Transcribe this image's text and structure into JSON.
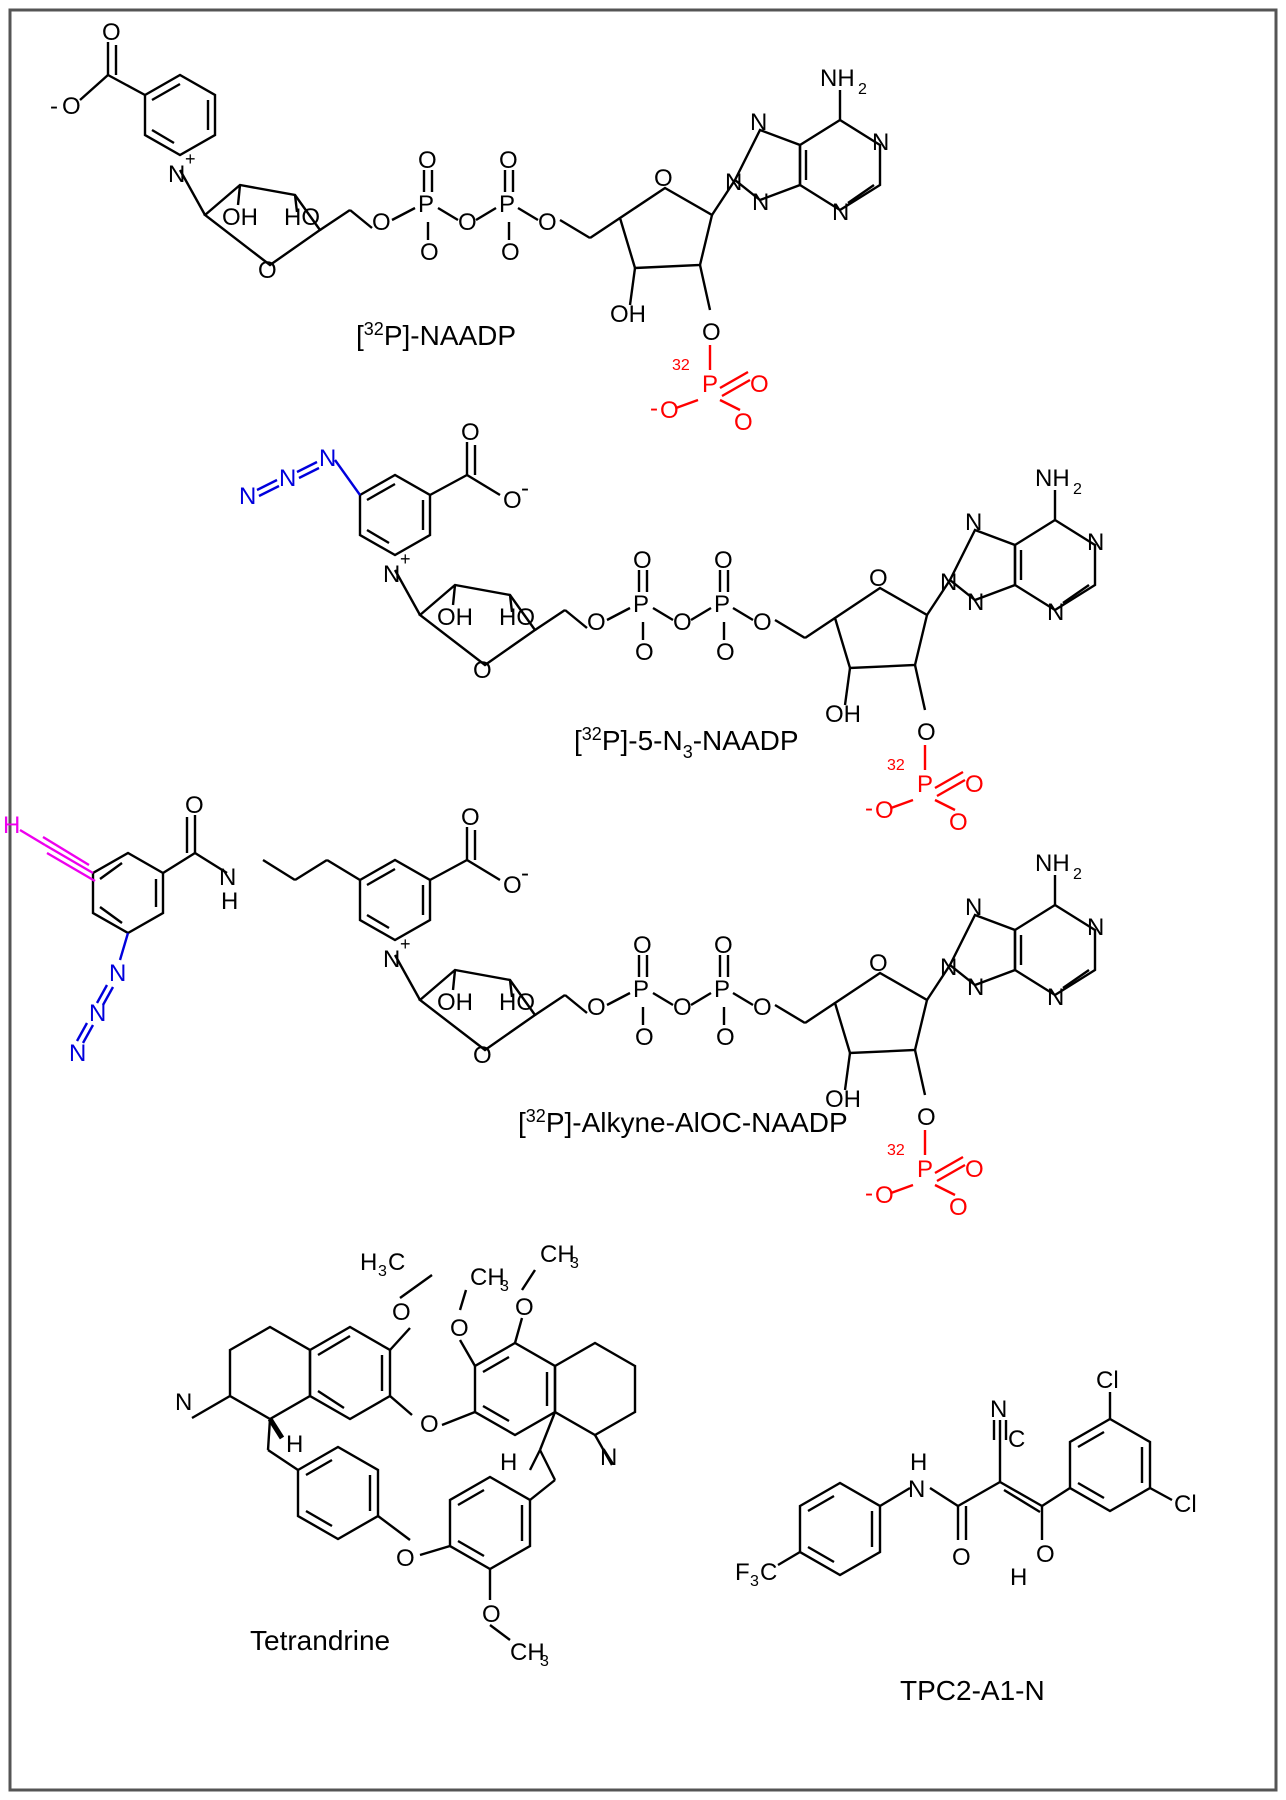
{
  "colors": {
    "frame": "#555555",
    "bond": "#000000",
    "phosphate": "#ff0000",
    "azide": "#0000dd",
    "alkyne": "#ee00ee"
  },
  "molecules": [
    {
      "id": "naadp",
      "caption": {
        "pre": "[",
        "sup": "32",
        "post": "P]-NAADP"
      }
    },
    {
      "id": "n3-naadp",
      "caption": {
        "pre": "[",
        "sup": "32",
        "post": "P]-5-N",
        "sub": "3",
        "post2": "-NAADP"
      }
    },
    {
      "id": "alkyne-aloc-naadp",
      "caption": {
        "pre": "[",
        "sup": "32",
        "post": "P]-Alkyne-AlOC-NAADP"
      }
    },
    {
      "id": "tetrandrine",
      "caption": {
        "post": "Tetrandrine"
      }
    },
    {
      "id": "tpc2-a1-n",
      "caption": {
        "post": "TPC2-A1-N"
      }
    }
  ],
  "atom_labels": {
    "carboxylate_o": "O",
    "carboxylate_minus": "-",
    "n_plus": "N",
    "plus": "+",
    "oh": "OH",
    "ho": "HO",
    "o": "O",
    "p": "P",
    "n": "N",
    "nh2": "NH",
    "two": "2",
    "p32": "32",
    "h": "H",
    "ch3": "CH",
    "h3c": "H",
    "three": "3",
    "c": "C",
    "cl": "Cl",
    "f3c": "F",
    "hn": "H"
  }
}
